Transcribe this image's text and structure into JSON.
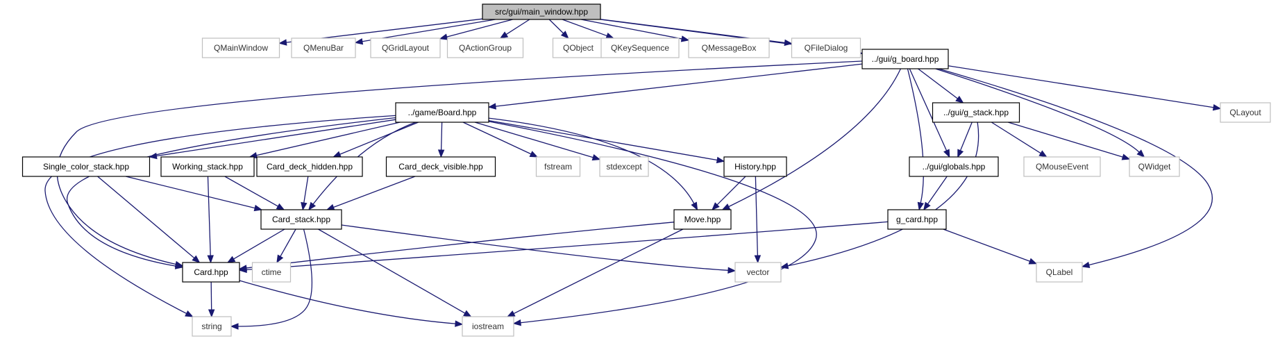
{
  "diagram": {
    "type": "include-dependency-graph",
    "colors": {
      "edge": "#191970",
      "root_fill": "#bfbfbf",
      "light_border": "#bfbfbf",
      "dark_border": "#000000"
    },
    "nodes": [
      {
        "id": "main_window",
        "label": "src/gui/main_window.hpp",
        "style": "root"
      },
      {
        "id": "QMainWindow",
        "label": "QMainWindow",
        "style": "light"
      },
      {
        "id": "QMenuBar",
        "label": "QMenuBar",
        "style": "light"
      },
      {
        "id": "QGridLayout",
        "label": "QGridLayout",
        "style": "light"
      },
      {
        "id": "QActionGroup",
        "label": "QActionGroup",
        "style": "light"
      },
      {
        "id": "QObject",
        "label": "QObject",
        "style": "light"
      },
      {
        "id": "QKeySequence",
        "label": "QKeySequence",
        "style": "light"
      },
      {
        "id": "QMessageBox",
        "label": "QMessageBox",
        "style": "light"
      },
      {
        "id": "QFileDialog",
        "label": "QFileDialog",
        "style": "light"
      },
      {
        "id": "g_board",
        "label": "../gui/g_board.hpp",
        "style": "dark"
      },
      {
        "id": "Board",
        "label": "../game/Board.hpp",
        "style": "dark"
      },
      {
        "id": "QLayout",
        "label": "QLayout",
        "style": "light"
      },
      {
        "id": "g_stack",
        "label": "../gui/g_stack.hpp",
        "style": "dark"
      },
      {
        "id": "Single_color_stack",
        "label": "Single_color_stack.hpp",
        "style": "dark"
      },
      {
        "id": "Working_stack",
        "label": "Working_stack.hpp",
        "style": "dark"
      },
      {
        "id": "Card_deck_hidden",
        "label": "Card_deck_hidden.hpp",
        "style": "dark"
      },
      {
        "id": "Card_deck_visible",
        "label": "Card_deck_visible.hpp",
        "style": "dark"
      },
      {
        "id": "fstream",
        "label": "fstream",
        "style": "light"
      },
      {
        "id": "stdexcept",
        "label": "stdexcept",
        "style": "light"
      },
      {
        "id": "History",
        "label": "History.hpp",
        "style": "dark"
      },
      {
        "id": "globals",
        "label": "../gui/globals.hpp",
        "style": "dark"
      },
      {
        "id": "QMouseEvent",
        "label": "QMouseEvent",
        "style": "light"
      },
      {
        "id": "QWidget",
        "label": "QWidget",
        "style": "light"
      },
      {
        "id": "Card_stack",
        "label": "Card_stack.hpp",
        "style": "dark"
      },
      {
        "id": "Move",
        "label": "Move.hpp",
        "style": "dark"
      },
      {
        "id": "g_card",
        "label": "g_card.hpp",
        "style": "dark"
      },
      {
        "id": "Card",
        "label": "Card.hpp",
        "style": "dark"
      },
      {
        "id": "ctime",
        "label": "ctime",
        "style": "light"
      },
      {
        "id": "vector",
        "label": "vector",
        "style": "light"
      },
      {
        "id": "QLabel",
        "label": "QLabel",
        "style": "light"
      },
      {
        "id": "string",
        "label": "string",
        "style": "light"
      },
      {
        "id": "iostream",
        "label": "iostream",
        "style": "light"
      }
    ],
    "edges": [
      [
        "main_window",
        "QMainWindow"
      ],
      [
        "main_window",
        "QMenuBar"
      ],
      [
        "main_window",
        "QGridLayout"
      ],
      [
        "main_window",
        "QActionGroup"
      ],
      [
        "main_window",
        "QObject"
      ],
      [
        "main_window",
        "QKeySequence"
      ],
      [
        "main_window",
        "QMessageBox"
      ],
      [
        "main_window",
        "QFileDialog"
      ],
      [
        "main_window",
        "g_board"
      ],
      [
        "g_board",
        "Card"
      ],
      [
        "g_board",
        "Board"
      ],
      [
        "g_board",
        "Move"
      ],
      [
        "g_board",
        "g_stack"
      ],
      [
        "g_board",
        "globals"
      ],
      [
        "g_board",
        "g_card"
      ],
      [
        "g_board",
        "QWidget"
      ],
      [
        "g_board",
        "QLabel"
      ],
      [
        "g_board",
        "QLayout"
      ],
      [
        "Board",
        "string"
      ],
      [
        "Board",
        "Card"
      ],
      [
        "Board",
        "Single_color_stack"
      ],
      [
        "Board",
        "Working_stack"
      ],
      [
        "Board",
        "Card_deck_hidden"
      ],
      [
        "Board",
        "Card_deck_visible"
      ],
      [
        "Board",
        "fstream"
      ],
      [
        "Board",
        "stdexcept"
      ],
      [
        "Board",
        "History"
      ],
      [
        "Board",
        "Move"
      ],
      [
        "Board",
        "Card_stack"
      ],
      [
        "Board",
        "iostream"
      ],
      [
        "g_stack",
        "globals"
      ],
      [
        "g_stack",
        "QMouseEvent"
      ],
      [
        "g_stack",
        "QWidget"
      ],
      [
        "g_stack",
        "vector"
      ],
      [
        "Single_color_stack",
        "Card_stack"
      ],
      [
        "Single_color_stack",
        "Card"
      ],
      [
        "Working_stack",
        "Card_stack"
      ],
      [
        "Working_stack",
        "Card"
      ],
      [
        "Card_deck_hidden",
        "Card_stack"
      ],
      [
        "Card_deck_visible",
        "Card_stack"
      ],
      [
        "History",
        "Move"
      ],
      [
        "History",
        "vector"
      ],
      [
        "globals",
        "g_card"
      ],
      [
        "Card_stack",
        "Card"
      ],
      [
        "Card_stack",
        "ctime"
      ],
      [
        "Card_stack",
        "string"
      ],
      [
        "Card_stack",
        "vector"
      ],
      [
        "Card_stack",
        "iostream"
      ],
      [
        "Move",
        "Card"
      ],
      [
        "Move",
        "iostream"
      ],
      [
        "g_card",
        "Card"
      ],
      [
        "g_card",
        "QLabel"
      ],
      [
        "Card",
        "string"
      ],
      [
        "Card",
        "iostream"
      ]
    ]
  }
}
